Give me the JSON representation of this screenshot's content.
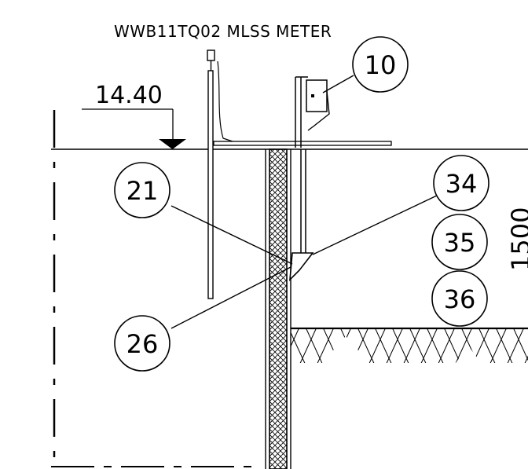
{
  "title": "WWB11TQ02 MLSS METER",
  "level": "14.40",
  "dimension": "1500",
  "callouts": {
    "c10": "10",
    "c21": "21",
    "c26": "26",
    "c34": "34",
    "c35": "35",
    "c36": "36"
  }
}
